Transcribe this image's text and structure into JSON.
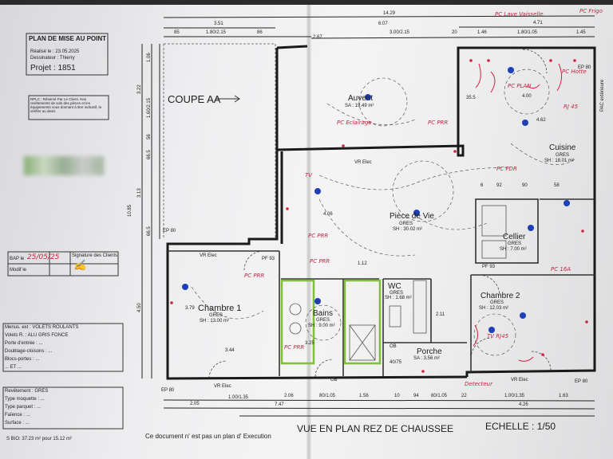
{
  "title_block": {
    "heading": "PLAN DE MISE AU POINT",
    "date_line": "Réalisé le : 23.05.2025",
    "designer_label": "Dessinateur : Thierry",
    "project": "Projet : 1851"
  },
  "rplc_note": "RPLC : Réservé Par Le Client. Nos revêtements de sols des pièces et les équipements vous donnant à titre indicatif, la vérifier au devis",
  "approval": {
    "row1_label": "BAP le",
    "row1_value": "25/05/25",
    "row2_label": "Modif le",
    "signature_label": "Signature des Clients"
  },
  "menus_block": [
    "Menus. ext : VOLETS ROULANTS",
    "Volets R. : ALU GRIS FONCE",
    "Porte d'entrée : ...",
    "Doublage-cloisons : ...",
    "Blocs-portes : ...",
    "... ET ..."
  ],
  "revetement_block": [
    "Revêtement : GRES",
    "Type moquette : ...",
    "Type parquet : ...",
    "Faïence : ...",
    "Surface : ..."
  ],
  "bottom_area": "S BIO: 37.23 m² pour 15.12 m²",
  "disclaimer": "Ce document n' est pas un plan d' Execution",
  "view_title": "VUE EN PLAN REZ DE CHAUSSEE",
  "scale": "ECHELLE : 1/50",
  "section_label": "COUPE AA",
  "dimensions_top": [
    "3.51",
    "14.29",
    "85",
    "1.80/2.15",
    "86",
    "6.07",
    "4.71",
    "2.67",
    "3.00/2.15",
    "20",
    "1.46",
    "1.80/1.05",
    "1.45"
  ],
  "dimensions_left": [
    "3.22",
    "1.06",
    "1.60/2.15",
    "56",
    "66.5",
    "3.13",
    "10.85",
    "66.5",
    "4.50"
  ],
  "dimensions_bottom": [
    "2.05",
    "1.00/1.35",
    "2.06",
    "7.47",
    "80/1.05",
    "1.56",
    "10",
    "94",
    "80/1.05",
    "22",
    "1.00/1.35",
    "1.63",
    "4.26"
  ],
  "rooms": [
    {
      "name": "Auvent",
      "area": "SA : 19.49 m²"
    },
    {
      "name": "Cuisine",
      "finish": "GRES",
      "area": "SH : 18.01 m²"
    },
    {
      "name": "Pièce de Vie",
      "finish": "GRES",
      "area": "SH : 30.02 m²"
    },
    {
      "name": "Cellier",
      "finish": "GRES",
      "area": "SH : 7.00 m²"
    },
    {
      "name": "Chambre 1",
      "finish": "GRES",
      "area": "SH : 13.00 m²"
    },
    {
      "name": "Bains",
      "finish": "GRES",
      "area": "SH : 9.00 m²"
    },
    {
      "name": "WC",
      "finish": "GRES",
      "area": "SH : 1.68 m²"
    },
    {
      "name": "Porche",
      "area": "SA : 3.56 m²"
    },
    {
      "name": "Chambre 2",
      "finish": "GRES",
      "area": "SH : 12.03 m²"
    }
  ],
  "plan_labels": {
    "ep80_a": "EP 80",
    "ep80_b": "EP 80",
    "ep80_c": "EP 80",
    "ep80_d": "EP 80",
    "vr_elec": "VR Elec",
    "pf93_a": "PF 93",
    "pf93_b": "PF 93",
    "ob_a": "OB",
    "ob_b": "OB",
    "dim_112": "1.12",
    "dim_400": "4.00",
    "dim_462": "4.62",
    "dim_406": "4.06",
    "dim_379": "3.79",
    "dim_325": "3.25",
    "dim_344": "3.44",
    "dim_211": "2.11",
    "dim_4075": "40/75",
    "dim_355": "35.5",
    "dim_925": "92",
    "dim_90": "90",
    "dim_58": "58",
    "dim_6": "6",
    "pac": "PAC extérieure"
  },
  "annotations_red": [
    "PC Lave Vaisselle",
    "PC Frigo",
    "PC PLAN",
    "PC Hotte",
    "RJ 45",
    "PC Eclairage",
    "PC PRR",
    "PC PDR",
    "TV",
    "PC PRR",
    "PC PRR",
    "PC PRR",
    "TV RJ45",
    "PC 16A",
    "Detecteur",
    "PC PRR"
  ],
  "colors": {
    "plan_line": "#222222",
    "annotation": "#d0213f",
    "bath_tile": "#7fbf3a",
    "outlet": "#1e3fb5"
  }
}
